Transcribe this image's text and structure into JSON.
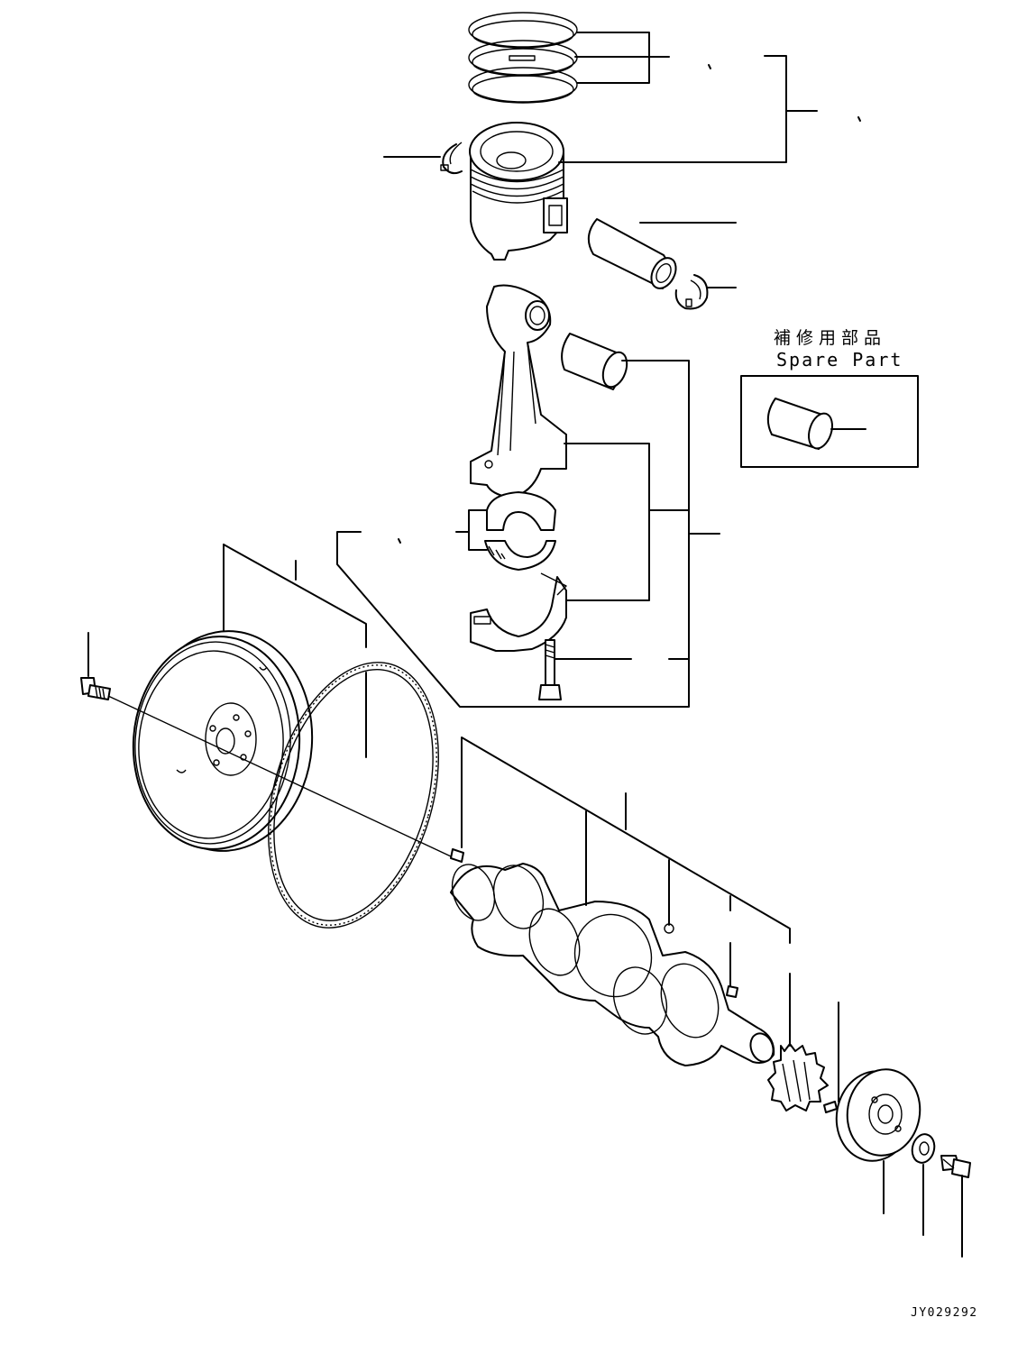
{
  "spare_part": {
    "label_jp": "補修用部品",
    "label_en": "Spare Part"
  },
  "drawing_code": "JY029292",
  "line_color": "#000000",
  "background_color": "#ffffff"
}
